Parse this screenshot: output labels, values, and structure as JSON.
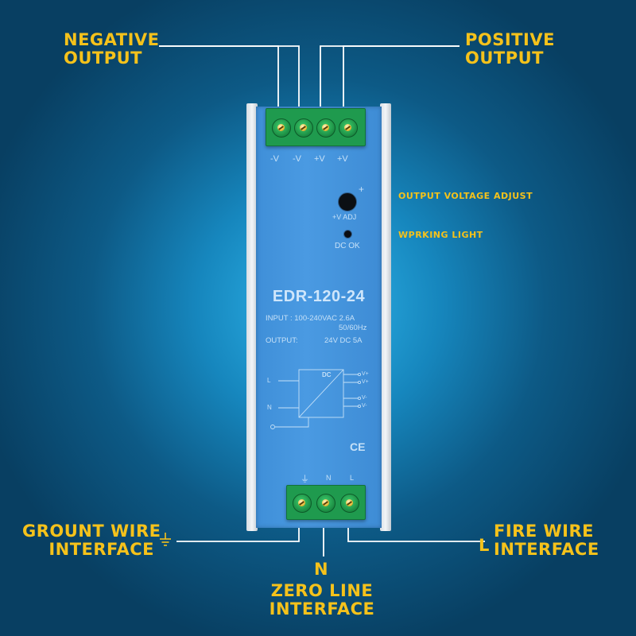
{
  "callouts": {
    "negative_output": [
      "NEGATIVE",
      "OUTPUT"
    ],
    "positive_output": [
      "POSITIVE",
      "OUTPUT"
    ],
    "output_voltage_adjust": "OUTPUT VOLTAGE ADJUST",
    "working_light": "WPRKING LIGHT",
    "ground_wire": [
      "GROUNT WIRE",
      "INTERFACE"
    ],
    "fire_wire": [
      "FIRE WIRE",
      "INTERFACE"
    ],
    "fire_wire_letter": "L",
    "zero_line_letter": "N",
    "zero_line": [
      "ZERO LINE",
      "INTERFACE"
    ]
  },
  "device": {
    "top_terminals": [
      "-V",
      "-V",
      "+V",
      "+V"
    ],
    "adj_label": "+V ADJ",
    "adj_plus": "+",
    "dc_ok": "DC OK",
    "model": "EDR-120-24",
    "input_label": "INPUT : 100-240VAC  2.6A",
    "input_freq": "50/60Hz",
    "output_label": "OUTPUT:",
    "output_value": "24V DC 5A",
    "schematic": {
      "dc": "DC",
      "in_l": "L",
      "in_n": "N",
      "out": [
        "V+",
        "V+",
        "V-",
        "V-"
      ]
    },
    "ce_mark": "CE",
    "bottom_terminals": [
      "⏚",
      "N",
      "L"
    ]
  },
  "colors": {
    "callout": "#f5c21b",
    "device_body": "#4295dc",
    "terminal_green": "#1f9a4e",
    "background": "#0d5a86"
  }
}
